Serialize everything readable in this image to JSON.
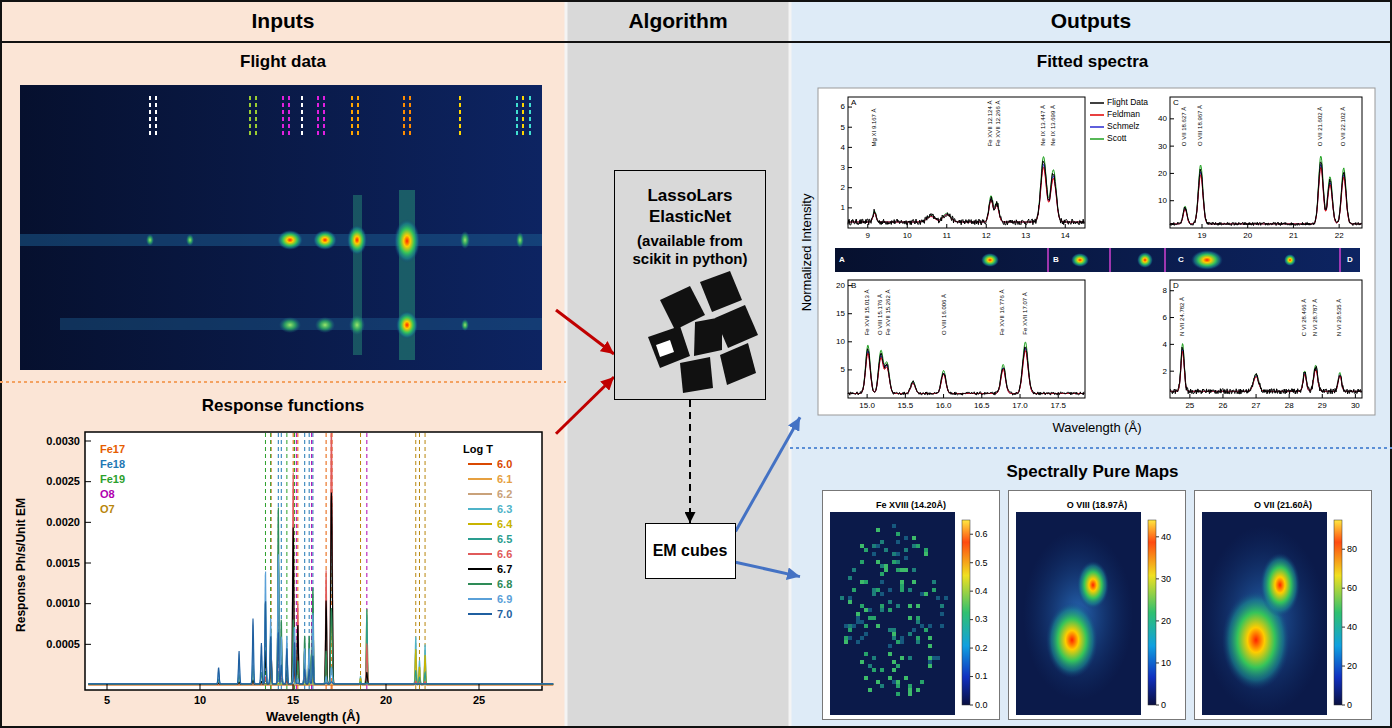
{
  "diagram": {
    "nodes": [
      {
        "text": [
          "Inputs"
        ]
      },
      {
        "text": [
          "Flight data"
        ],
        "in": 0
      },
      {
        "text": [
          "Response functions"
        ],
        "in": 0
      },
      {
        "text": [
          "Algorithm"
        ]
      },
      {
        "text": [
          "LassoLars ElasticNet",
          "(available from scikit in python)"
        ],
        "in": 3
      },
      {
        "text": [
          "EM cubes"
        ],
        "in": 3
      },
      {
        "text": [
          "Outputs"
        ]
      },
      {
        "text": [
          "Fitted spectra"
        ],
        "in": 6
      },
      {
        "text": [
          "Spectrally Pure Maps"
        ],
        "in": 6
      },
      {
        "text": [
          "Fe XVIII (14.20Å)"
        ],
        "in": 8
      },
      {
        "text": [
          "O VIII (18.97Å)"
        ],
        "in": 8
      },
      {
        "text": [
          "O VII (21.60Å)"
        ],
        "in": 8
      }
    ],
    "edges": [
      {
        "from": 1,
        "to": 4,
        "arrow": "to"
      },
      {
        "from": 2,
        "to": 4,
        "arrow": "to"
      },
      {
        "from": 4,
        "to": 5,
        "arrow": "to"
      },
      {
        "from": 5,
        "to": 7,
        "arrow": "to"
      },
      {
        "from": 5,
        "to": 8,
        "arrow": "to"
      }
    ],
    "labels": [
      "Fe17",
      "Fe18",
      "Fe19",
      "O8",
      "O7",
      "Log T",
      "0.0030",
      "0.0025",
      "0.0020",
      "0.0015",
      "0.0010",
      "0.0005",
      "5",
      "10",
      "15",
      "20",
      "25",
      "Response Ph/s/Unit EM",
      "Wavelength (Å)",
      "Normalized Intensity",
      "Wavelength (Å)",
      "A",
      "C",
      "B",
      "D",
      "A",
      "B",
      "C",
      "D",
      "1",
      "2",
      "3",
      "4",
      "5",
      "6",
      "9",
      "10",
      "11",
      "12",
      "13",
      "14",
      "10",
      "20",
      "30",
      "40",
      "19",
      "20",
      "21",
      "22",
      "5",
      "10",
      "15",
      "20",
      "15.0",
      "15.5",
      "16.0",
      "16.5",
      "17.0",
      "17.5",
      "2",
      "4",
      "6",
      "8",
      "25",
      "26",
      "27",
      "28",
      "29",
      "30",
      "Mg XI 9.167 Å",
      "Fe XVII 12.124 Å",
      "Fe XVII 12.266 Å",
      "Ne IX 13.447 Å",
      "Ne IX 13.699 Å",
      "O VII 18.627 Å",
      "O VIII 18.967 Å",
      "O VII 21.602 Å",
      "O VII 22.102 Å",
      "Fe XVII 15.013 Å",
      "O VIII 15.176 Å",
      "Fe XVII 15.262 Å",
      "O VIII 16.006 Å",
      "Fe XVII 16.776 Å",
      "Fe XVII 17.07 Å",
      "N VII 24.782 Å",
      "C VI 28.466 Å",
      "N VI 28.787 Å",
      "N VI 29.535 Å",
      "0.6",
      "0.5",
      "0.4",
      "0.3",
      "0.2",
      "0.1",
      "0.0",
      "40",
      "30",
      "20",
      "10",
      "0",
      "80",
      "60",
      "40",
      "20",
      "0"
    ],
    "legend": [
      {
        "text": "Flight Data"
      },
      {
        "text": "Feldman"
      },
      {
        "text": "Schmelz"
      },
      {
        "text": "Scott"
      },
      {
        "text": "6.0"
      },
      {
        "text": "6.1"
      },
      {
        "text": "6.2"
      },
      {
        "text": "6.3"
      },
      {
        "text": "6.4"
      },
      {
        "text": "6.5"
      },
      {
        "text": "6.6"
      },
      {
        "text": "6.7"
      },
      {
        "text": "6.8"
      },
      {
        "text": "6.9"
      },
      {
        "text": "7.0"
      }
    ]
  }
}
